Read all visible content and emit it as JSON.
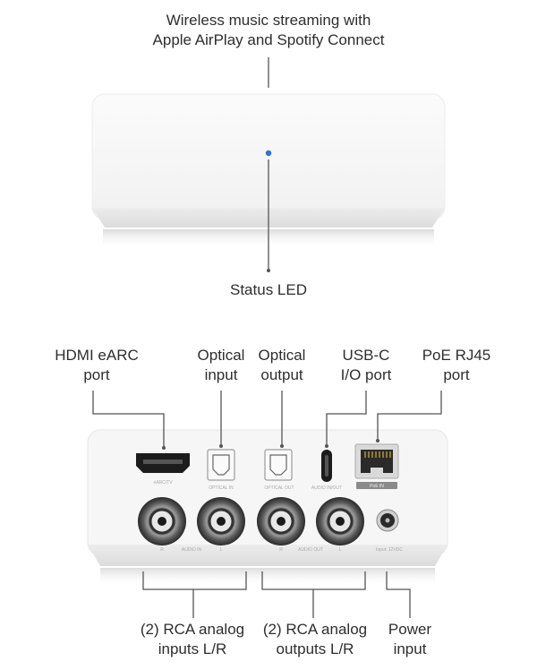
{
  "top_caption": [
    "Wireless music streaming with",
    "Apple AirPlay and Spotify Connect"
  ],
  "status_led": "Status LED",
  "ports_top": {
    "hdmi": [
      "HDMI eARC",
      "port"
    ],
    "optical_in": [
      "Optical",
      "input"
    ],
    "optical_out": [
      "Optical",
      "output"
    ],
    "usbc": [
      "USB-C",
      "I/O port"
    ],
    "poe": [
      "PoE RJ45",
      "port"
    ]
  },
  "ports_bottom": {
    "rca_in": [
      "(2) RCA analog",
      "inputs L/R"
    ],
    "rca_out": [
      "(2) RCA analog",
      "outputs L/R"
    ],
    "power": [
      "Power",
      "input"
    ]
  },
  "device_print": {
    "earc": "eARC/TV",
    "optical_in": "OPTICAL IN",
    "optical_out": "OPTICAL OUT",
    "audio_inout": "AUDIO IN/OUT",
    "poe": "PoE IN",
    "audio_in": "AUDIO IN",
    "audio_out": "AUDIO OUT",
    "r": "R",
    "l": "L",
    "input_rating": "Input: 12VDC"
  },
  "colors": {
    "led": "#2f6fe0",
    "line": "#555555",
    "device": "#f5f5f5"
  }
}
